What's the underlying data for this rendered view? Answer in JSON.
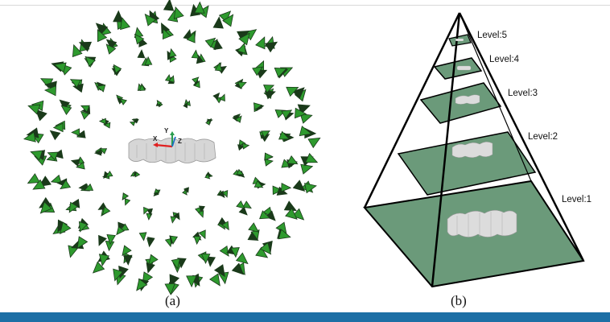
{
  "panel_a": {
    "caption": "(a)",
    "axes": {
      "x": "X",
      "y": "Y",
      "z": "Z"
    },
    "colors": {
      "camera": "#2e9a2e",
      "camera_dark": "#1a3a1a",
      "x_axis": "#e02020",
      "y_axis": "#2a9d4f",
      "z_axis": "#1f6fc6",
      "model": "#cfcfcf"
    }
  },
  "panel_b": {
    "caption": "(b)",
    "levels": [
      "Level:5",
      "Level:4",
      "Level:3",
      "Level:2",
      "Level:1"
    ],
    "colors": {
      "plane": "#6b9a7a",
      "edge": "#000000",
      "model": "#d8d8d8"
    }
  },
  "colors": {
    "bottom_bar": "#1d6fa5",
    "top_rule": "#d9d9d9"
  }
}
